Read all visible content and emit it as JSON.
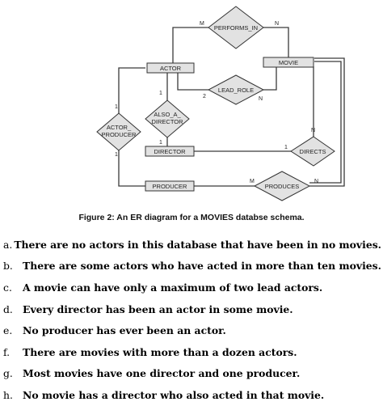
{
  "entities": {
    "actor": "ACTOR",
    "movie": "MOVIE",
    "director": "DIRECTOR",
    "producer": "PRODUCER"
  },
  "relationships": {
    "performs_in": "PERFORMS_IN",
    "lead_role": "LEAD_ROLE",
    "also_a_director": [
      "ALSO_A_",
      "DIRECTOR"
    ],
    "actor_producer": [
      "ACTOR_",
      "PRODUCER"
    ],
    "directs": "DIRECTS",
    "produces": "PRODUCES"
  },
  "cardinalities": {
    "performs_in_actor": "M",
    "performs_in_movie": "N",
    "lead_role_actor": "2",
    "lead_role_movie": "N",
    "also_director_actor": "1",
    "also_director_director": "1",
    "actor_producer_actor": "1",
    "actor_producer_producer": "1",
    "directs_director": "1",
    "directs_movie": "N",
    "produces_producer": "M",
    "produces_movie": "N"
  },
  "caption": "Figure 2: An ER diagram for a MOVIES databse schema.",
  "statements": [
    {
      "letter": "a.",
      "text": "There are no actors in this database that have been in no movies."
    },
    {
      "letter": "b.",
      "text": "There are some actors who have acted in more than ten movies."
    },
    {
      "letter": "c.",
      "text": "A movie can have only a maximum of two lead actors."
    },
    {
      "letter": "d.",
      "text": "Every director has been an actor in some movie."
    },
    {
      "letter": "e.",
      "text": "No producer has ever been an actor."
    },
    {
      "letter": "f.",
      "text": "There are movies with more than a dozen actors."
    },
    {
      "letter": "g.",
      "text": "Most movies have one director and one producer."
    },
    {
      "letter": "h.",
      "text": "No movie has a director who also acted in that movie."
    }
  ]
}
